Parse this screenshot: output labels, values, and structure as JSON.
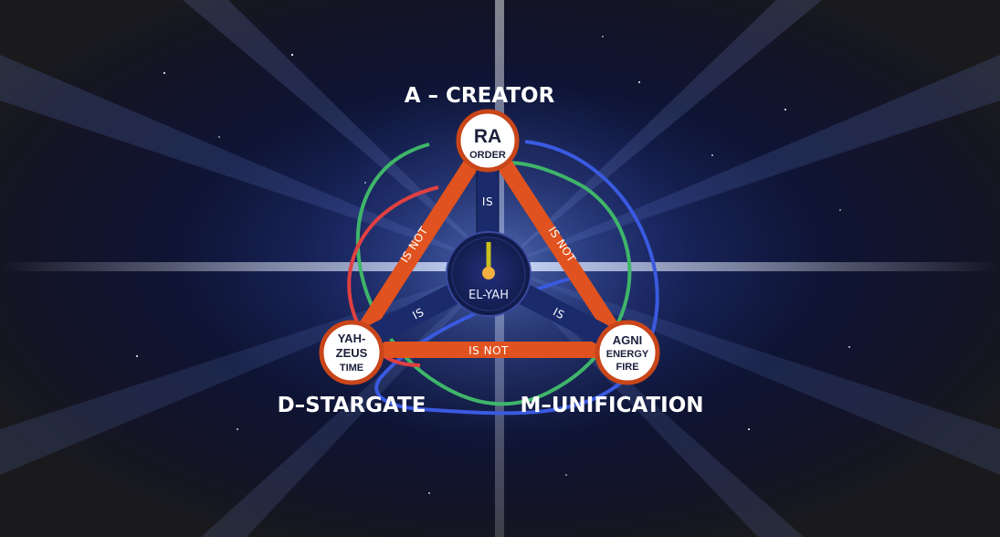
{
  "diagram": {
    "labels": {
      "top": "A – CREATOR",
      "bottom_left": "D–STARGATE",
      "bottom_right": "M–UNIFICATION"
    },
    "nodes": {
      "top": {
        "line1": "RA",
        "line2": "ORDER"
      },
      "left": {
        "line1": "YAH-",
        "line2": "ZEUS",
        "line3": "TIME"
      },
      "right": {
        "line1": "AGNI",
        "line2": "ENERGY",
        "line3": "FIRE"
      },
      "center": {
        "label": "EL-YAH"
      }
    },
    "edges": {
      "top_left": "IS NOT",
      "top_right": "IS NOT",
      "bottom": "IS NOT",
      "spoke_top": "IS",
      "spoke_left": "IS",
      "spoke_right": "IS"
    },
    "colors": {
      "triangle": "#e0521f",
      "node_border": "#c9461a",
      "spoke": "#1a2a6a",
      "ring_green": "#3fb56a",
      "ring_blue": "#3a5ae0",
      "ring_red": "#e04040",
      "center_hand": "#c8c020",
      "center_dot": "#f0b040"
    }
  }
}
